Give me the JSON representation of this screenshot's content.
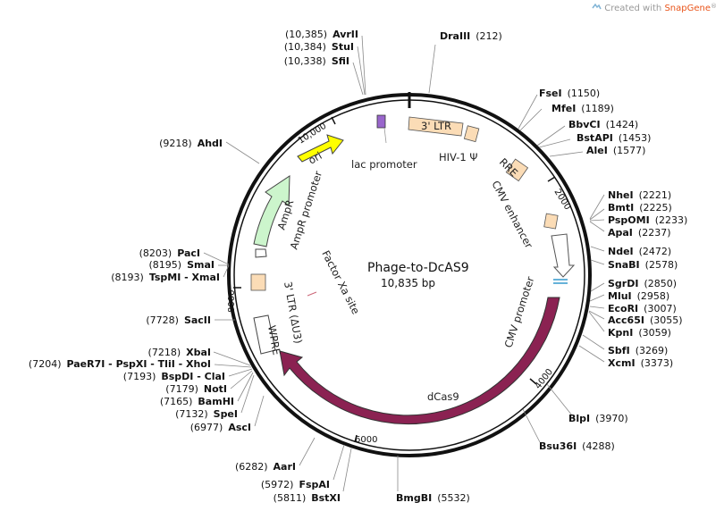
{
  "credit": {
    "prefix": "Created with ",
    "brand": "SnapGene",
    "mark": "®"
  },
  "plasmid": {
    "name": "Phage-to-DcAS9",
    "size_label": "10,835 bp",
    "length": 10835
  },
  "ticks": [
    {
      "bp": 2000,
      "label": "2000"
    },
    {
      "bp": 4000,
      "label": "4000"
    },
    {
      "bp": 6000,
      "label": "6000"
    },
    {
      "bp": 8000,
      "label": "8000"
    },
    {
      "bp": 10000,
      "label": "10,000"
    }
  ],
  "features": [
    {
      "id": "3-ltr",
      "label": "3' LTR"
    },
    {
      "id": "hiv-1-psi",
      "label": "HIV-1 Ψ"
    },
    {
      "id": "rre",
      "label": "RRE"
    },
    {
      "id": "cmv-enhancer",
      "label": "CMV enhancer"
    },
    {
      "id": "cmv-promoter",
      "label": "CMV promoter"
    },
    {
      "id": "dcas9",
      "label": "dCas9"
    },
    {
      "id": "wpre",
      "label": "WPRE"
    },
    {
      "id": "3-ltr-du3",
      "label": "3' LTR (ΔU3)"
    },
    {
      "id": "factor-xa-site",
      "label": "Factor Xa site"
    },
    {
      "id": "ampr",
      "label": "AmpR"
    },
    {
      "id": "ampr-promoter",
      "label": "AmpR promoter"
    },
    {
      "id": "ori",
      "label": "ori"
    },
    {
      "id": "lac-promoter",
      "label": "lac promoter"
    }
  ],
  "sites": [
    {
      "name": "DraIII",
      "pos": "(212)"
    },
    {
      "name": "FseI",
      "pos": "(1150)"
    },
    {
      "name": "MfeI",
      "pos": "(1189)"
    },
    {
      "name": "BbvCI",
      "pos": "(1424)"
    },
    {
      "name": "BstAPI",
      "pos": "(1453)"
    },
    {
      "name": "AleI",
      "pos": "(1577)"
    },
    {
      "name": "NheI",
      "pos": "(2221)"
    },
    {
      "name": "BmtI",
      "pos": "(2225)"
    },
    {
      "name": "PspOMI",
      "pos": "(2233)"
    },
    {
      "name": "ApaI",
      "pos": "(2237)"
    },
    {
      "name": "NdeI",
      "pos": "(2472)"
    },
    {
      "name": "SnaBI",
      "pos": "(2578)"
    },
    {
      "name": "SgrDI",
      "pos": "(2850)"
    },
    {
      "name": "MluI",
      "pos": "(2958)"
    },
    {
      "name": "EcoRI",
      "pos": "(3007)"
    },
    {
      "name": "Acc65I",
      "pos": "(3055)"
    },
    {
      "name": "KpnI",
      "pos": "(3059)"
    },
    {
      "name": "SbfI",
      "pos": "(3269)"
    },
    {
      "name": "XcmI",
      "pos": "(3373)"
    },
    {
      "name": "BlpI",
      "pos": "(3970)"
    },
    {
      "name": "Bsu36I",
      "pos": "(4288)"
    },
    {
      "name": "BmgBI",
      "pos": "(5532)"
    },
    {
      "name": "BstXI",
      "pos": "(5811)"
    },
    {
      "name": "FspAI",
      "pos": "(5972)"
    },
    {
      "name": "AarI",
      "pos": "(6282)"
    },
    {
      "name": "AscI",
      "pos": "(6977)"
    },
    {
      "name": "SpeI",
      "pos": "(7132)"
    },
    {
      "name": "BamHI",
      "pos": "(7165)"
    },
    {
      "name": "NotI",
      "pos": "(7179)"
    },
    {
      "name": "BspDI - ClaI",
      "pos": "(7193)"
    },
    {
      "name": "PaeR7I - PspXI - TliI - XhoI",
      "pos": "(7204)"
    },
    {
      "name": "XbaI",
      "pos": "(7218)"
    },
    {
      "name": "SacII",
      "pos": "(7728)"
    },
    {
      "name": "TspMI - XmaI",
      "pos": "(8193)"
    },
    {
      "name": "SmaI",
      "pos": "(8195)"
    },
    {
      "name": "PacI",
      "pos": "(8203)"
    },
    {
      "name": "AhdI",
      "pos": "(9218)"
    },
    {
      "name": "SfiI",
      "pos": "(10,338)"
    },
    {
      "name": "StuI",
      "pos": "(10,384)"
    },
    {
      "name": "AvrII",
      "pos": "(10,385)"
    }
  ]
}
